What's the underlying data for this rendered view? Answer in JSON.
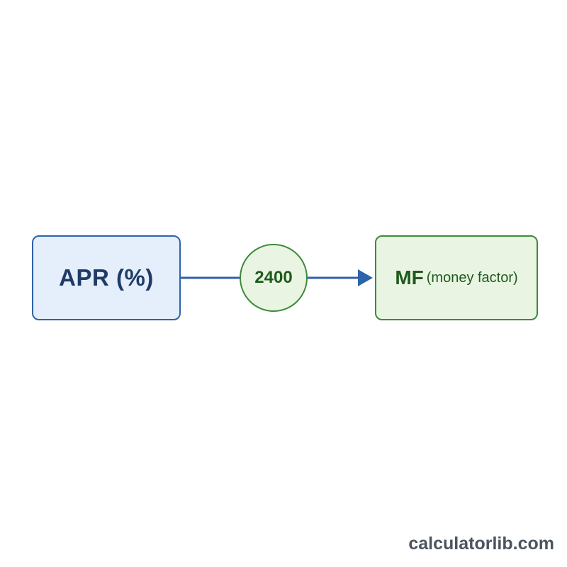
{
  "nodes": {
    "input": {
      "label": "APR (%)"
    },
    "multiplier": {
      "label": "2400"
    },
    "output": {
      "label": "MF",
      "sublabel": "(money factor)"
    }
  },
  "watermark": "calculatorlib.com",
  "colors": {
    "blue_border": "#2f62a8",
    "blue_fill": "#e4effb",
    "blue_text": "#1f3b66",
    "green_border": "#3d8a3b",
    "green_fill": "#e9f5e2",
    "green_text": "#1f5a1d",
    "arrow": "#2f62a8",
    "watermark": "#4a5560"
  }
}
